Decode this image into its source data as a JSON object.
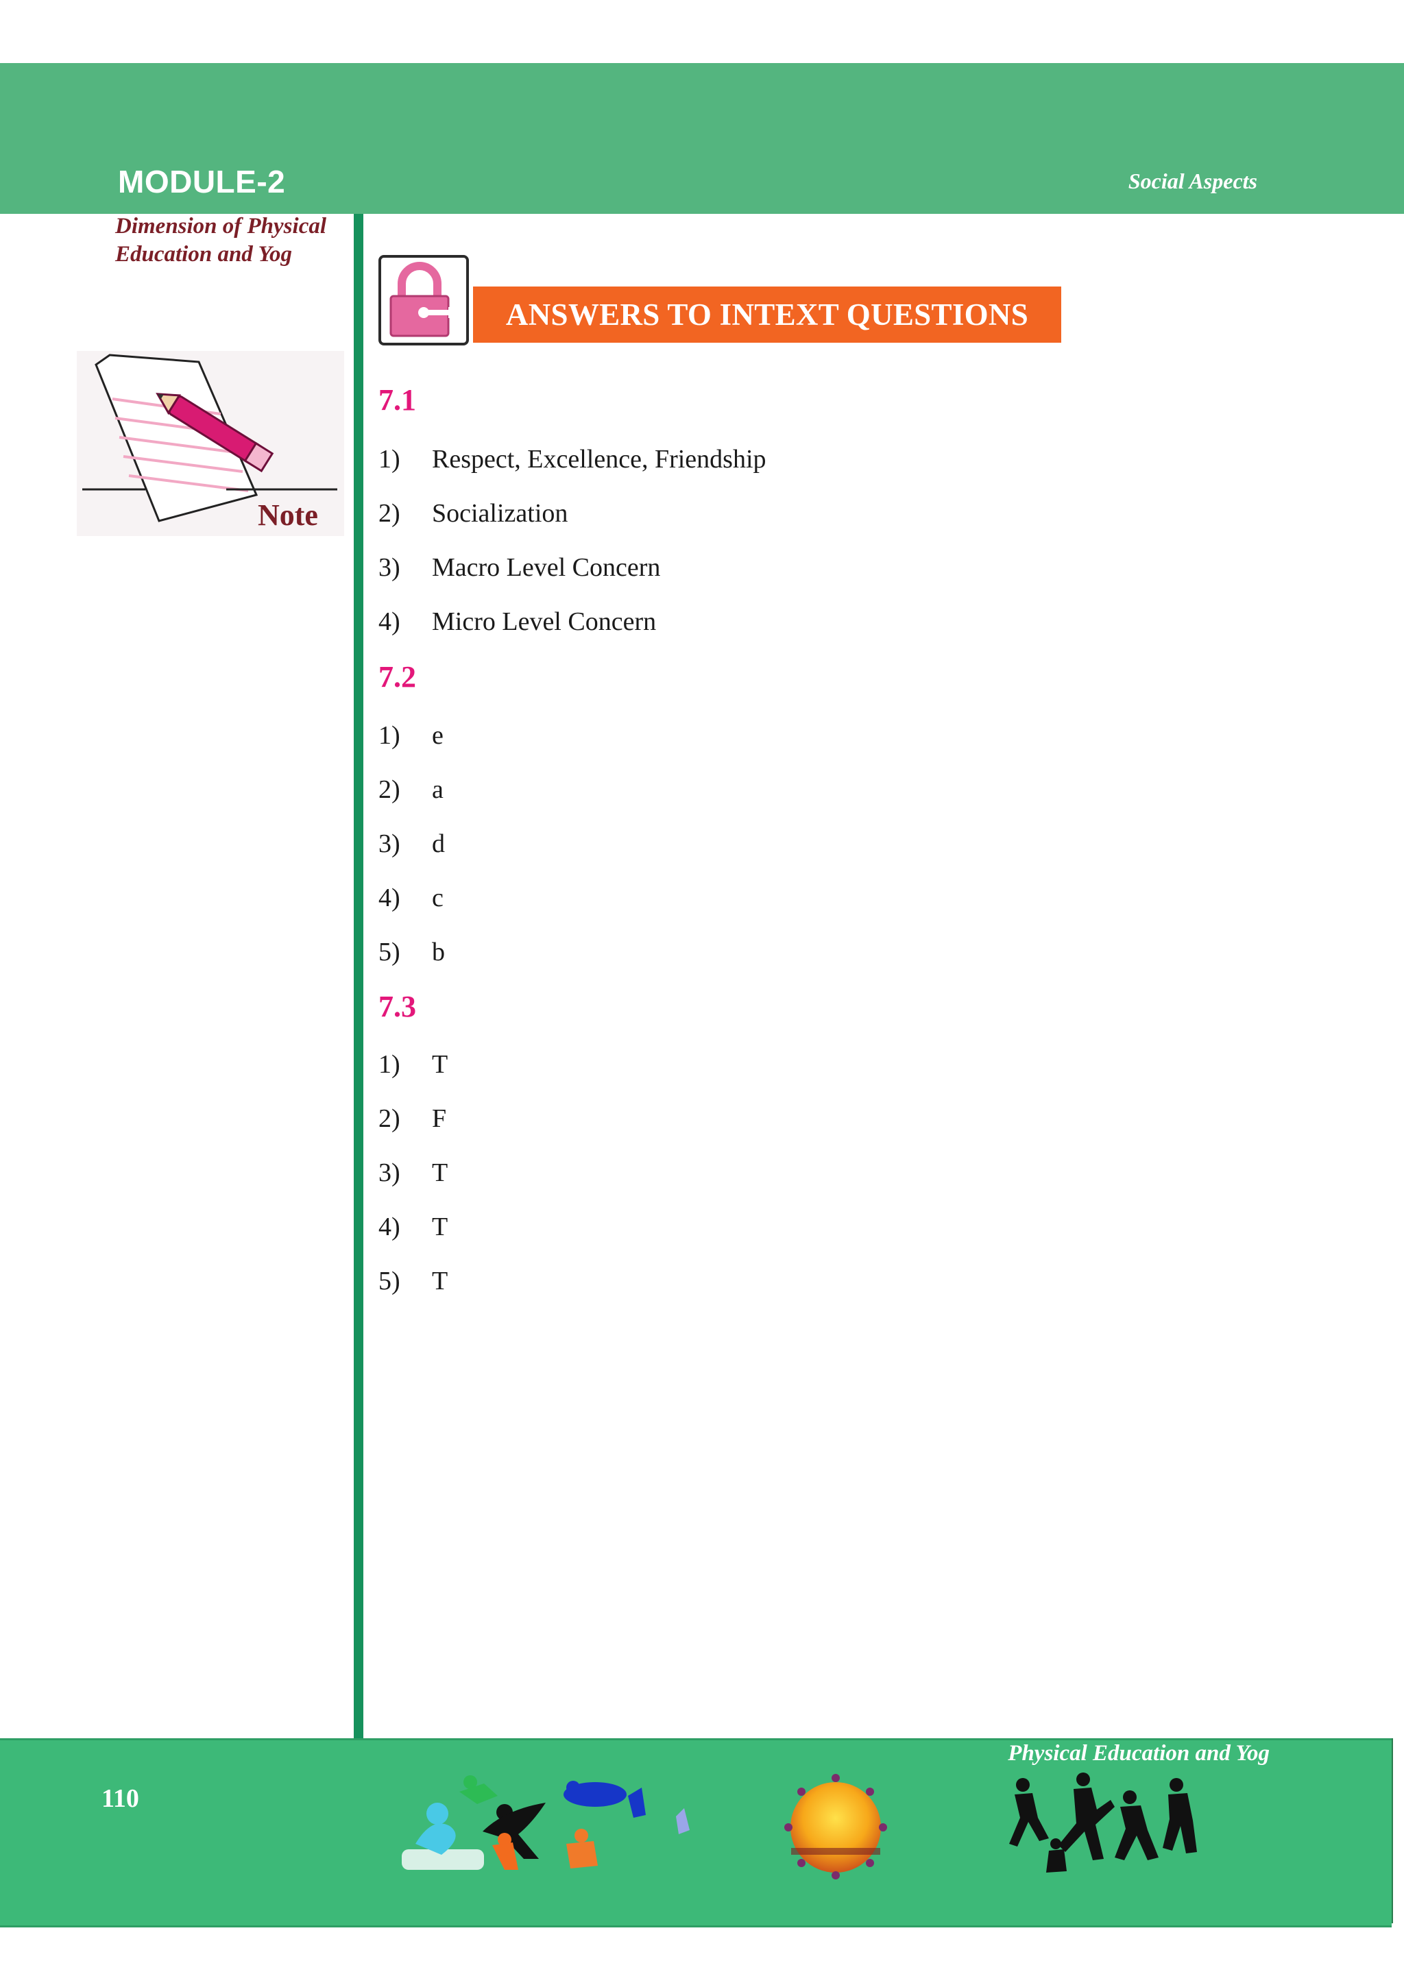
{
  "header": {
    "module": "MODULE-2",
    "section_name": "Social Aspects"
  },
  "sidebar": {
    "title_line1": "Dimension of Physical",
    "title_line2": "Education and Yog",
    "note_label": "Note"
  },
  "banner": {
    "title": "ANSWERS TO INTEXT QUESTIONS"
  },
  "sections": [
    {
      "heading": "7.1",
      "items": [
        {
          "num": "1)",
          "text": "Respect, Excellence, Friendship"
        },
        {
          "num": "2)",
          "text": "Socialization"
        },
        {
          "num": "3)",
          "text": "Macro Level Concern"
        },
        {
          "num": "4)",
          "text": "Micro Level Concern"
        }
      ]
    },
    {
      "heading": "7.2",
      "items": [
        {
          "num": "1)",
          "text": "e"
        },
        {
          "num": "2)",
          "text": "a"
        },
        {
          "num": "3)",
          "text": "d"
        },
        {
          "num": "4)",
          "text": "c"
        },
        {
          "num": "5)",
          "text": "b"
        }
      ]
    },
    {
      "heading": "7.3",
      "items": [
        {
          "num": "1)",
          "text": "T"
        },
        {
          "num": "2)",
          "text": "F"
        },
        {
          "num": "3)",
          "text": "T"
        },
        {
          "num": "4)",
          "text": "T"
        },
        {
          "num": "5)",
          "text": "T"
        }
      ]
    }
  ],
  "footer": {
    "page_number": "110",
    "book_title": "Physical Education and Yog"
  },
  "colors": {
    "header_green": "#54b57f",
    "footer_green": "#3db978",
    "divider_green": "#16915c",
    "banner_orange": "#f26522",
    "heading_magenta": "#e3177a",
    "sidebar_maroon": "#7b1f27"
  }
}
